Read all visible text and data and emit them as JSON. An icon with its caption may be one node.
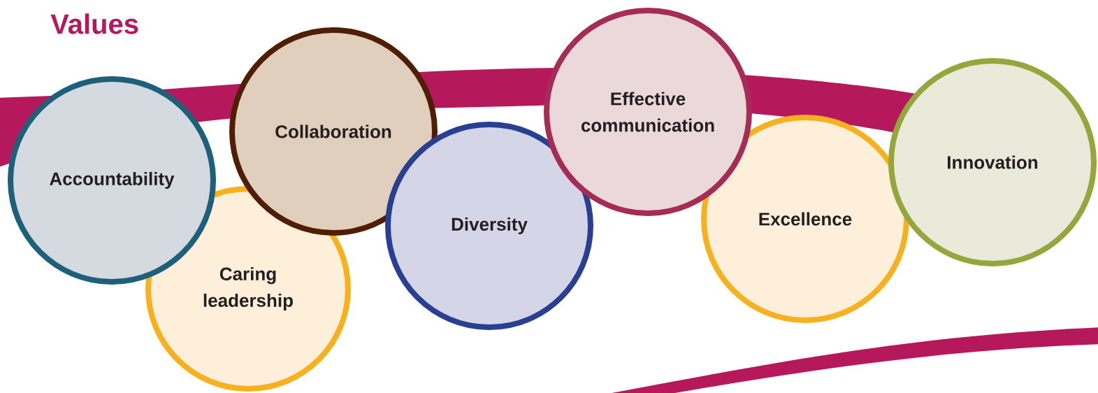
{
  "diagram": {
    "title": "Values",
    "nodes": [
      {
        "text": [
          "Accountability"
        ]
      },
      {
        "text": [
          "Caring leadership"
        ]
      },
      {
        "text": [
          "Collaboration"
        ]
      },
      {
        "text": [
          "Diversity"
        ]
      },
      {
        "text": [
          "Effective communication"
        ]
      },
      {
        "text": [
          "Excellence"
        ]
      },
      {
        "text": [
          "Innovation"
        ]
      }
    ]
  }
}
